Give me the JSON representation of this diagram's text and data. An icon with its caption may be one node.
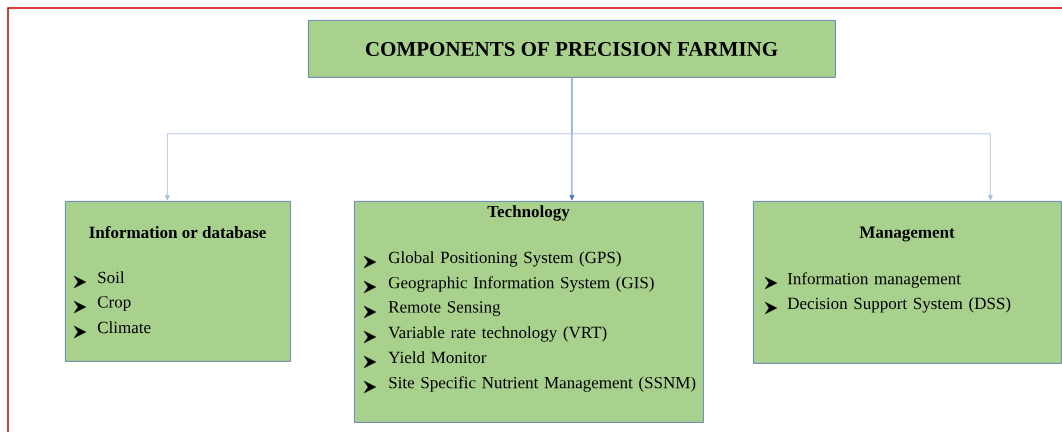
{
  "diagram": {
    "nodes": [
      {
        "text": [
          "COMPONENTS OF PRECISION FARMING"
        ]
      },
      {
        "text": [
          "Information or database",
          "Soil",
          "Crop",
          "Climate"
        ]
      },
      {
        "text": [
          "Technology",
          "Global Positioning System (GPS)",
          "Geographic Information System (GIS)",
          "Remote Sensing",
          "Variable rate technology (VRT)",
          "Yield Monitor",
          "Site Specific Nutrient Management (SSNM)"
        ]
      },
      {
        "text": [
          "Management",
          "Information management",
          "Decision Support System (DSS)"
        ]
      }
    ],
    "edges": [
      {
        "from": 0,
        "to": 1,
        "arrow": "to"
      },
      {
        "from": 0,
        "to": 2,
        "arrow": "to",
        "color": "#4472c4"
      },
      {
        "from": 0,
        "to": 3,
        "arrow": "to"
      }
    ]
  }
}
